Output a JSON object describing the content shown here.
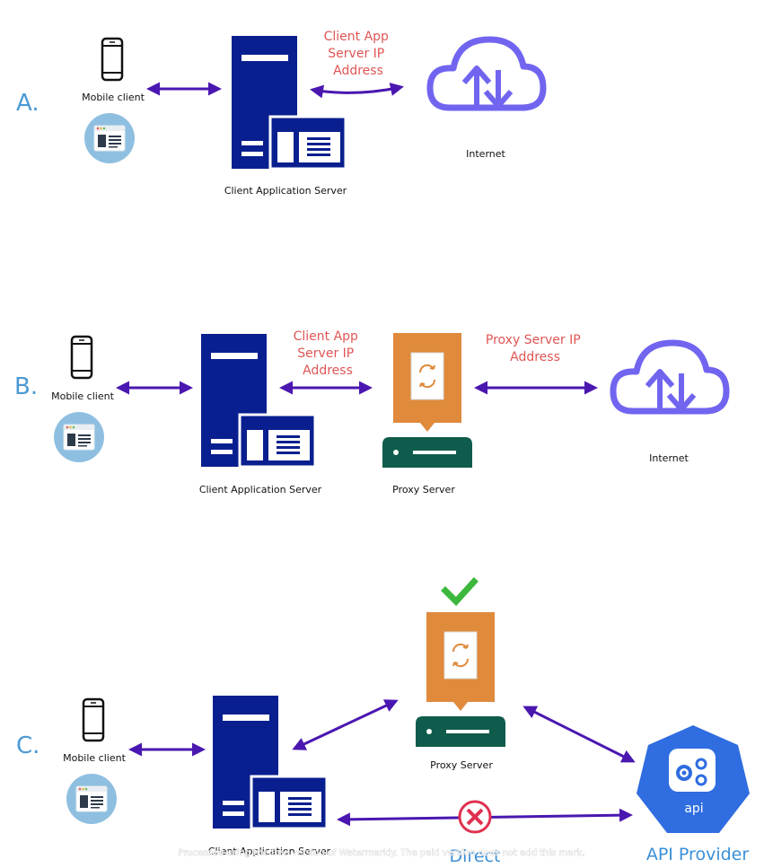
{
  "sections": {
    "a": {
      "letter": "A.",
      "mobile_label": "Mobile client",
      "server_label": "Client Application Server",
      "ip_label": [
        "Client App",
        "Server IP",
        "Address"
      ],
      "internet_label": "Internet"
    },
    "b": {
      "letter": "B.",
      "mobile_label": "Mobile client",
      "server_label": "Client Application Server",
      "ip_label": [
        "Client App",
        "Server IP",
        "Address"
      ],
      "proxy_label": "Proxy Server",
      "proxy_ip_label": [
        "Proxy Server IP",
        "Address"
      ],
      "internet_label": "Internet"
    },
    "c": {
      "letter": "C.",
      "mobile_label": "Mobile client",
      "proxy_label": "Proxy Server",
      "api_text": "api",
      "api_provider_label": "API Provider",
      "direct_label": "Direct",
      "server_label": "Client Application Server",
      "watermark": "Processed using the free version of Watermarkly. The paid version does not add this mark."
    }
  },
  "colors": {
    "arrow": "#4a17b0",
    "server": "#0a1f8f",
    "proxy_orange": "#e08a3c",
    "proxy_green": "#0f5c4c",
    "cloud": "#7165f0",
    "api_blue": "#2f6de0",
    "check_green": "#3cb83c",
    "block_red": "#e0304f",
    "ip_label_red": "#e05555",
    "section_letter_blue": "#4a9ad4",
    "browser_circle": "#8fbfe0"
  },
  "icons": [
    "mobile-phone-icon",
    "browser-window-icon",
    "server-icon",
    "proxy-server-icon",
    "cloud-upload-download-icon",
    "checkmark-icon",
    "blocked-x-icon",
    "api-gear-icon"
  ]
}
